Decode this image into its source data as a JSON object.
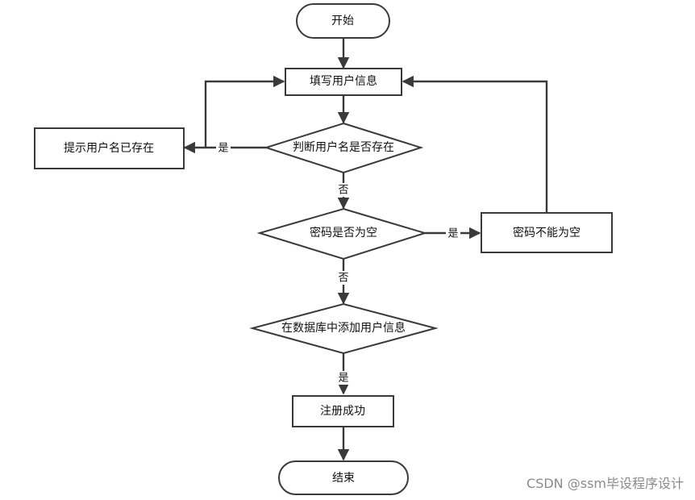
{
  "nodes": {
    "start": "开始",
    "fill_info": "填写用户信息",
    "check_username": "判断用户名是否存在",
    "username_exists_msg": "提示用户名已存在",
    "password_empty_check": "密码是否为空",
    "password_not_empty_msg": "密码不能为空",
    "add_to_db": "在数据库中添加用户信息",
    "register_success": "注册成功",
    "end": "结束"
  },
  "edge_labels": {
    "username_yes": "是",
    "username_no": "否",
    "password_yes": "是",
    "password_no": "否",
    "db_yes": "是"
  },
  "watermark": "CSDN @ssm毕设程序设计"
}
